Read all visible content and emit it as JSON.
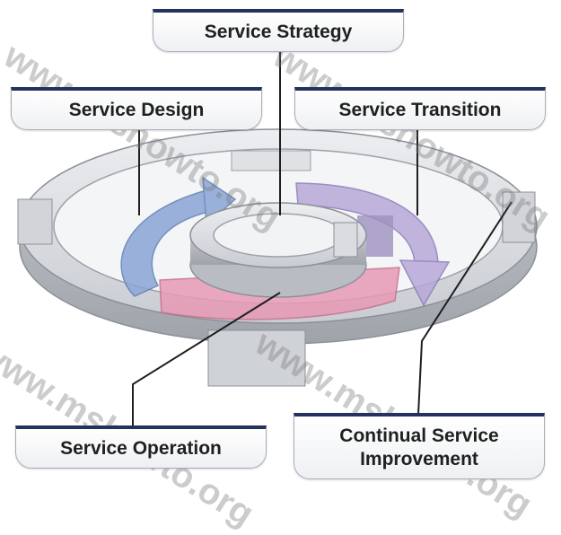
{
  "labels": {
    "strategy": "Service Strategy",
    "design": "Service Design",
    "transition": "Service Transition",
    "operation": "Service Operation",
    "improvement_line1": "Continual Service",
    "improvement_line2": "Improvement"
  },
  "watermark": "www.mshowto.org",
  "colors": {
    "header_bar": "#24325e",
    "design": "#8aa6d6",
    "transition": "#b7a8d8",
    "operation": "#e79ab5",
    "ring": "#d7d9dd"
  }
}
